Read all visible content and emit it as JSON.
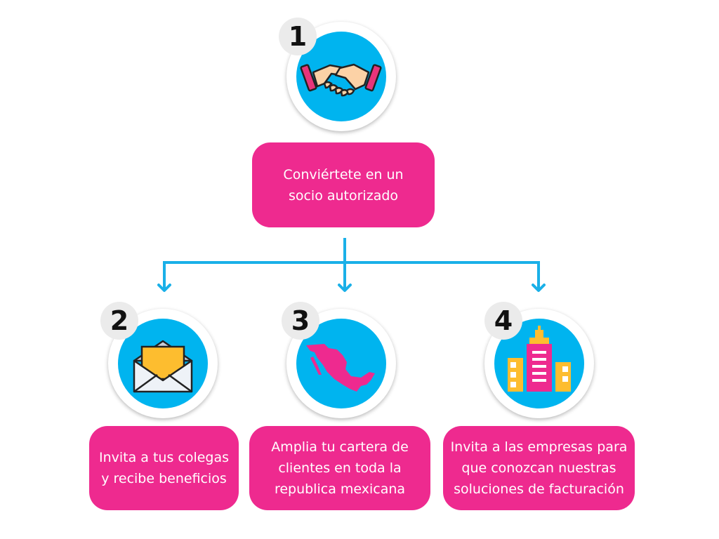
{
  "steps": [
    {
      "number": "1",
      "text": "Conviértete en un\nsocio autorizado",
      "icon": "handshake-icon"
    },
    {
      "number": "2",
      "text": "Invita a tus colegas\ny recibe beneficios",
      "icon": "envelope-icon"
    },
    {
      "number": "3",
      "text": "Amplia tu cartera de\nclientes en toda la\nrepublica mexicana",
      "icon": "mexico-map-icon"
    },
    {
      "number": "4",
      "text": "Invita a las empresas para\nque conozcan nuestras\nsoluciones de facturación",
      "icon": "buildings-icon"
    }
  ],
  "colors": {
    "box": "#ee2a8f",
    "circle": "#00b4ef",
    "connector": "#1ab0e8",
    "badge": "#ebebeb"
  }
}
